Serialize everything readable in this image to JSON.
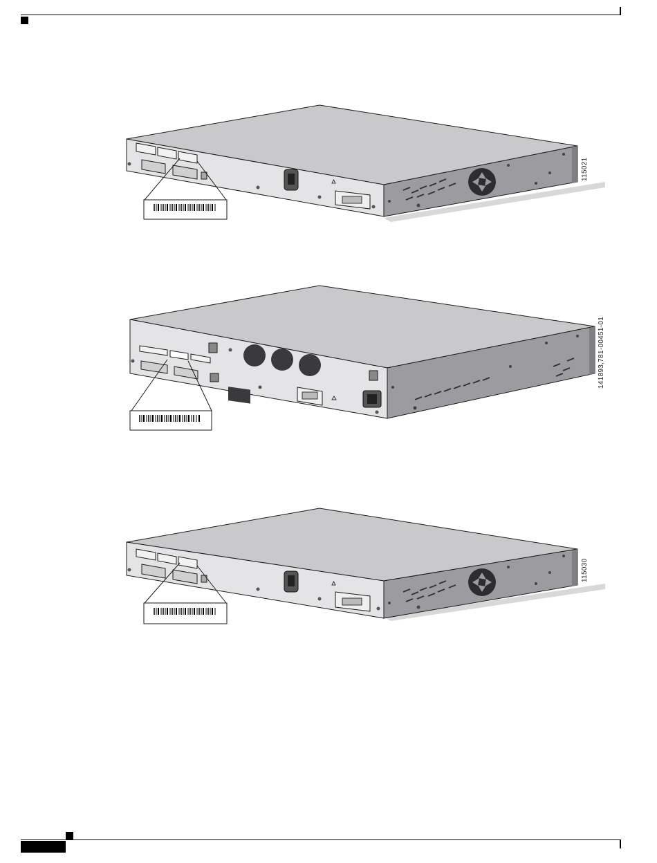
{
  "figures": [
    {
      "id_label": "115021",
      "variant": "fan-model",
      "label_content": "barcode"
    },
    {
      "id_label": "141893,781-00451-01",
      "variant": "dual-fan-model",
      "label_content": "barcode"
    },
    {
      "id_label": "115030",
      "variant": "fan-model",
      "label_content": "barcode"
    }
  ],
  "colors": {
    "chassis_top": "#c8c8cb",
    "chassis_front": "#e3e3e5",
    "chassis_side": "#9a9a9e",
    "line": "#1a1a1a"
  }
}
